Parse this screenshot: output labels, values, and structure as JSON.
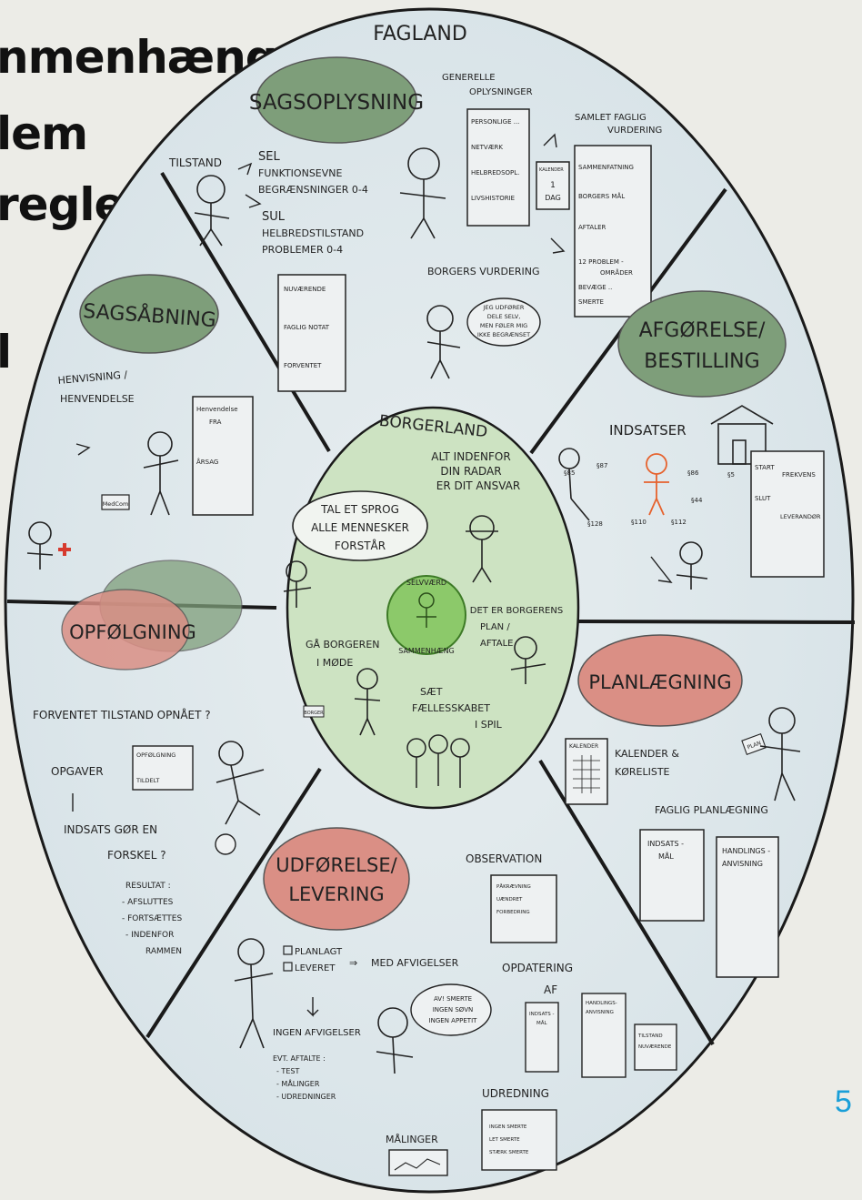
{
  "side_title": [
    "nmenhæng",
    "lem",
    "regler",
    "l"
  ],
  "page_number": "5",
  "outer_label": "FAGLAND",
  "inner_label": "BORGERLAND",
  "center": {
    "top": "SELVVÆRD",
    "bottom": "SAMMENHÆNG"
  },
  "sectors": {
    "sagsoplysning": {
      "title": "SAGSOPLYSNING",
      "tilstand": "TILSTAND",
      "sel": "SEL",
      "sel_lines": [
        "FUNKTIONSEVNE",
        "BEGRÆNSNINGER 0-4"
      ],
      "sul": "SUL",
      "sul_lines": [
        "HELBREDSTILSTAND",
        "PROBLEMER 0-4"
      ],
      "generelle": [
        "GENERELLE",
        "OPLYSNINGER"
      ],
      "form1": [
        "PERSONLIGE ...",
        "NETVÆRK",
        "HELBREDSOPL.",
        "LIVSHISTORIE"
      ],
      "kalender": [
        "KALENDER",
        "1",
        "DAG"
      ],
      "samlet": [
        "SAMLET FAGLIG",
        "VURDERING"
      ],
      "form2": [
        "SAMMENFATNING",
        "BORGERS MÅL",
        "AFTALER",
        "12 PROBLEM -",
        "OMRÅDER",
        "BEVÆGE ..",
        "SMERTE"
      ],
      "borgers_vurdering": "BORGERS VURDERING",
      "form3": [
        "NUVÆRENDE",
        "FAGLIG NOTAT",
        "FORVENTET"
      ],
      "bubble": [
        "JEG UDFØRER",
        "DELE SELV,",
        "MEN FØLER MIG",
        "IKKE BEGRÆNSET"
      ]
    },
    "sagsabning": {
      "title": "SAGSÅBNING",
      "henvisning": [
        "HENVISNING /",
        "HENVENDELSE"
      ],
      "form": [
        "Henvendelse",
        "FRA",
        "ÅRSAG"
      ],
      "medcom": "MedCom"
    },
    "afgorelse": {
      "title": [
        "AFGØRELSE/",
        "BESTILLING"
      ],
      "indsatser": "INDSATSER",
      "paragraphs": [
        "§85",
        "§87",
        "§86",
        "§5",
        "§128",
        "§110",
        "§112",
        "§44"
      ],
      "form": [
        "START",
        "FREKVENS",
        "SLUT",
        "LEVERANDØR"
      ]
    },
    "planlaegning": {
      "title": "PLANLÆGNING",
      "kalender_label": "KALENDER",
      "kalender": [
        "KALENDER &",
        "KØRELISTE"
      ],
      "faglig": "FAGLIG PLANLÆGNING",
      "col1": [
        "INDSATS -",
        "MÅL"
      ],
      "col2": [
        "HANDLINGS -",
        "ANVISNING"
      ],
      "plan": "PLAN"
    },
    "udforelse": {
      "title": [
        "UDFØRELSE/",
        "LEVERING"
      ],
      "observation": "OBSERVATION",
      "obs_items": [
        "PÅKRÆVNING",
        "UÆNDRET",
        "FORBEDRING"
      ],
      "planlagt": "PLANLAGT",
      "leveret": "LEVERET",
      "med": "MED AFVIGELSER",
      "ingen": "INGEN AFVIGELSER",
      "evt": [
        "EVT. AFTALTE :",
        "- TEST",
        "- MÅLINGER",
        "- UDREDNINGER"
      ],
      "bubble": [
        "AV! SMERTE",
        "INGEN SØVN",
        "INGEN APPETIT"
      ],
      "opdatering": [
        "OPDATERING",
        "AF"
      ],
      "opd_forms": [
        "INDSATS -",
        "MÅL",
        "HANDLINGS-",
        "ANVISNING",
        "TILSTAND",
        "NUVÆRENDE"
      ],
      "udredning": "UDREDNING",
      "udr_items": [
        "INGEN SMERTE",
        "LET SMERTE",
        "STÆRK SMERTE"
      ],
      "malinger": "MÅLINGER"
    },
    "opfolgning": {
      "title": "OPFØLGNING",
      "forventet": "FORVENTET TILSTAND OPNÅET ?",
      "opgaver": "OPGAVER",
      "form": [
        "OPFØLGNING",
        "TILDELT"
      ],
      "indsats": [
        "INDSATS GØR EN",
        "FORSKEL ?"
      ],
      "resultat": [
        "RESULTAT :",
        "- AFSLUTTES",
        "- FORTSÆTTES",
        "- INDENFOR",
        "RAMMEN"
      ]
    }
  },
  "borgerland": {
    "alt": [
      "ALT INDENFOR",
      "DIN RADAR",
      "ER DIT ANSVAR"
    ],
    "tal": [
      "TAL ET SPROG",
      "ALLE MENNESKER",
      "FORSTÅR"
    ],
    "det": [
      "DET ER BORGERENS",
      "PLAN /",
      "AFTALE"
    ],
    "ga": [
      "GÅ BORGEREN",
      "I MØDE"
    ],
    "saet": [
      "SÆT",
      "FÆLLESSKABET",
      "I SPIL"
    ],
    "sign": "BORGER"
  },
  "colors": {
    "background": "#ecece7",
    "wheel": "#dde6ea",
    "inner": "#cde3c2",
    "core": "#8cc96a",
    "green_ellipse": "#7e9e7a",
    "red_ellipse": "#da8f85",
    "sel": "#e9d84a",
    "sul": "#3ea6d8",
    "accent_orange": "#e6622e"
  },
  "icons": [
    "stick-figure-icon",
    "calendar-icon",
    "house-icon",
    "smiley-icon",
    "bubble-icon"
  ]
}
